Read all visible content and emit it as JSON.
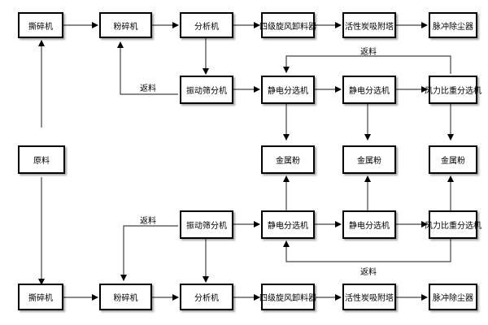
{
  "top_row": [
    "撕碎机",
    "粉碎机",
    "分析机",
    "四级旋风卸料器",
    "活性炭吸附塔",
    "脉冲除尘器"
  ],
  "top_mid": [
    "振动筛分机",
    "静电分选机",
    "静电分选机",
    "风力比重分选机"
  ],
  "metal": [
    "金属粉",
    "金属粉",
    "金属粉"
  ],
  "raw": "原料",
  "bot_mid": [
    "振动筛分机",
    "静电分选机",
    "静电分选机",
    "风力比重分选机"
  ],
  "bottom_row": [
    "撕碎机",
    "粉碎机",
    "分析机",
    "四级旋风卸料器",
    "活性炭吸附塔",
    "脉冲除尘器"
  ],
  "return_labels": {
    "top_left": "返料",
    "top_right": "返料",
    "bottom_left": "返料",
    "bottom_right": "返料"
  }
}
